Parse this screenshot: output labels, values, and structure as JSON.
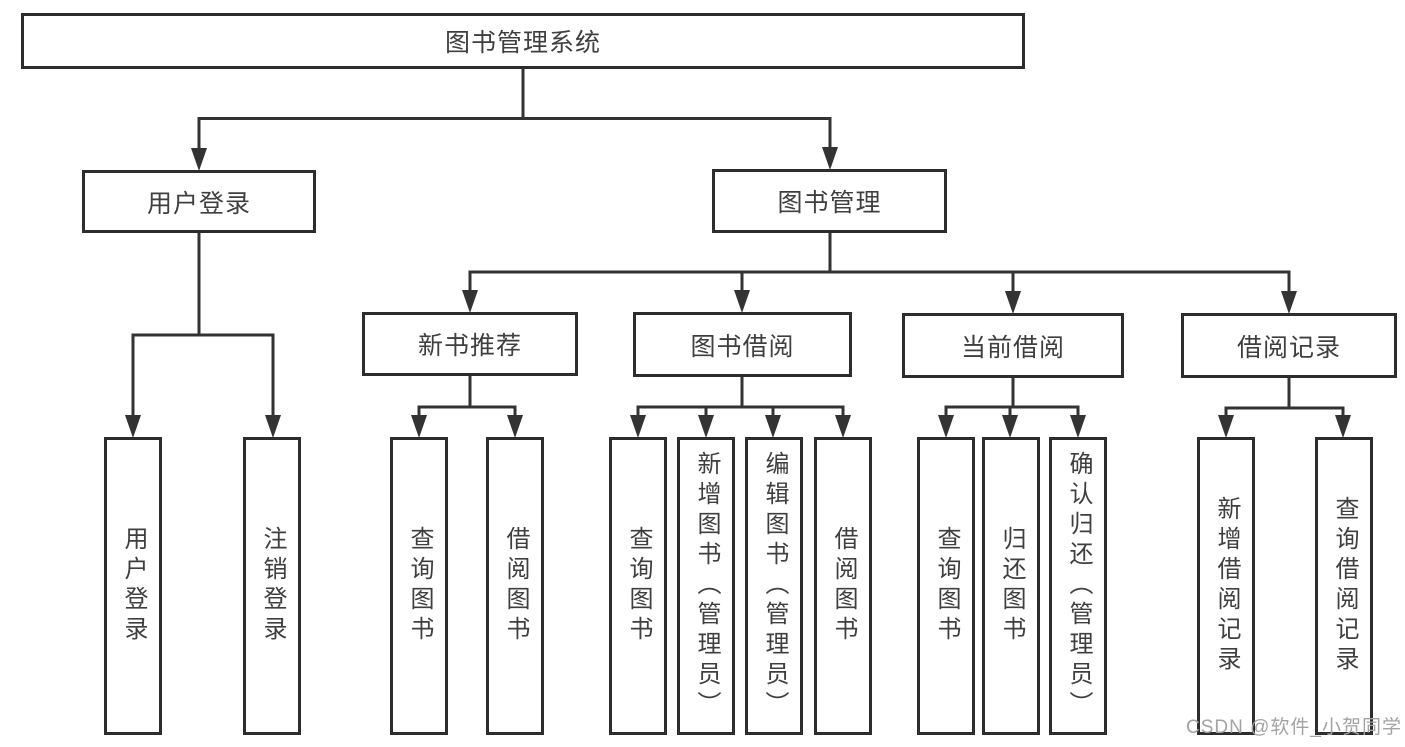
{
  "colors": {
    "background": "#ffffff",
    "box_border": "#2d2d2d",
    "box_text": "#3f3f3f",
    "connector": "#333333",
    "watermark": "#a3a3a3"
  },
  "watermark": {
    "text": "CSDN @软件_小贺同学"
  },
  "tree": {
    "root": {
      "label": "图书管理系统",
      "children": [
        {
          "label": "用户登录",
          "children": [
            {
              "label": "用户登录"
            },
            {
              "label": "注销登录"
            }
          ]
        },
        {
          "label": "图书管理",
          "children": [
            {
              "label": "新书推荐",
              "children": [
                {
                  "label": "查询图书"
                },
                {
                  "label": "借阅图书"
                }
              ]
            },
            {
              "label": "图书借阅",
              "children": [
                {
                  "label": "查询图书"
                },
                {
                  "label": "新增图书（管理员）"
                },
                {
                  "label": "编辑图书（管理员）"
                },
                {
                  "label": "借阅图书"
                }
              ]
            },
            {
              "label": "当前借阅",
              "children": [
                {
                  "label": "查询图书"
                },
                {
                  "label": "归还图书"
                },
                {
                  "label": "确认归还（管理员）"
                }
              ]
            },
            {
              "label": "借阅记录",
              "children": [
                {
                  "label": "新增借阅记录"
                },
                {
                  "label": "查询借阅记录"
                }
              ]
            }
          ]
        }
      ]
    }
  }
}
